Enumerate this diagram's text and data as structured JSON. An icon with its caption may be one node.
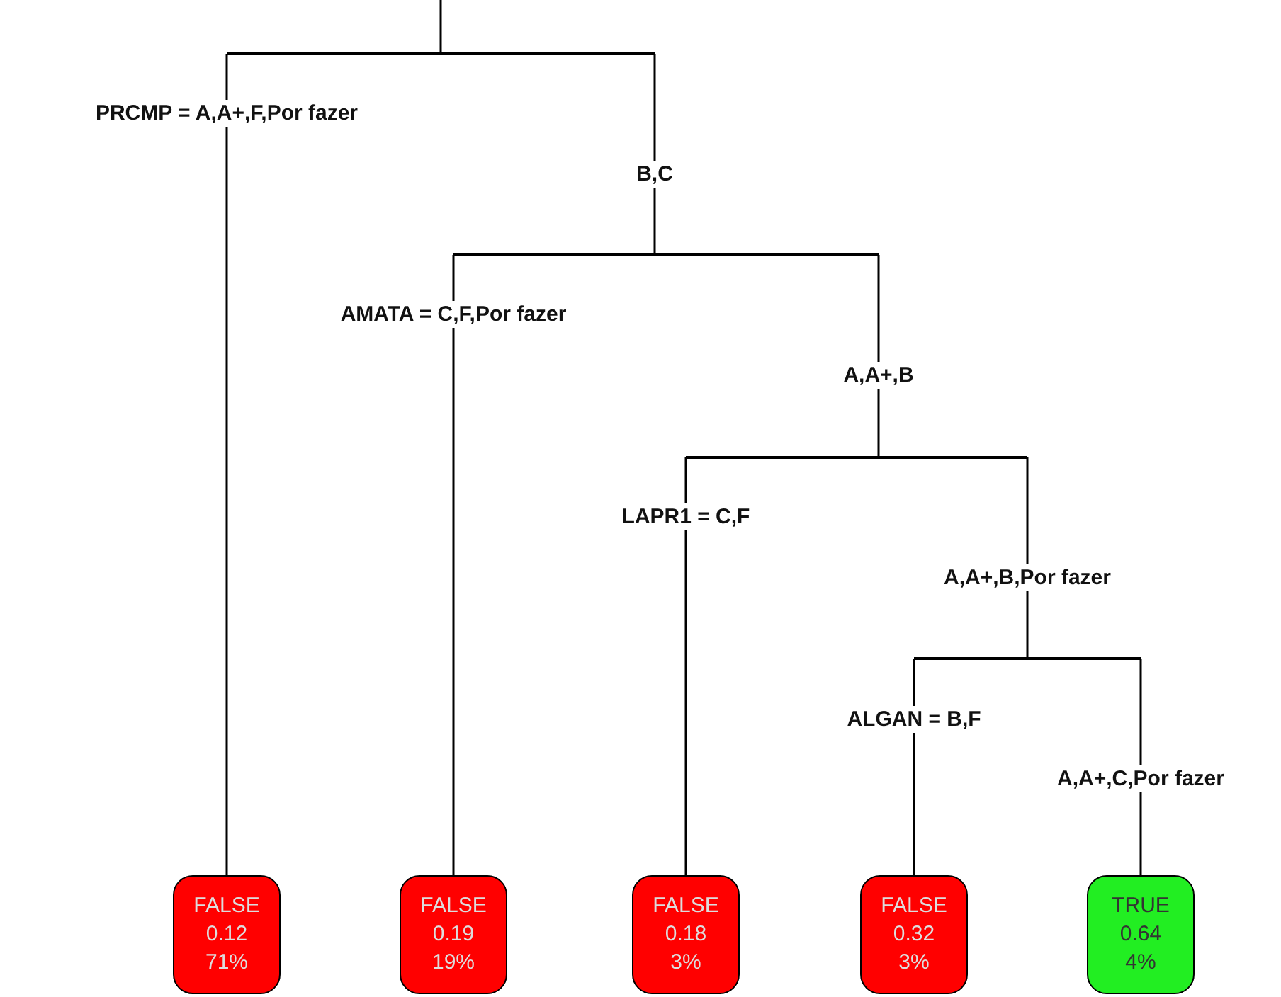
{
  "diagram": {
    "nodes": [
      {
        "text": [],
        "shape": "bar"
      },
      {
        "text": [],
        "shape": "bar"
      },
      {
        "text": [],
        "shape": "bar"
      },
      {
        "text": [],
        "shape": "bar"
      },
      {
        "text": [
          "FALSE",
          "0.12",
          "71%"
        ]
      },
      {
        "text": [
          "FALSE",
          "0.19",
          "19%"
        ]
      },
      {
        "text": [
          "FALSE",
          "0.18",
          "3%"
        ]
      },
      {
        "text": [
          "FALSE",
          "0.32",
          "3%"
        ]
      },
      {
        "text": [
          "TRUE",
          "0.64",
          "4%"
        ]
      }
    ],
    "edges": [
      {
        "from": null,
        "to": 0,
        "arrow": "none"
      },
      {
        "from": 0,
        "to": 4,
        "arrow": "none",
        "label": "PRCMP = A,A+,F,Por fazer"
      },
      {
        "from": 0,
        "to": 1,
        "arrow": "none",
        "label": "B,C"
      },
      {
        "from": 1,
        "to": 5,
        "arrow": "none",
        "label": "AMATA = C,F,Por fazer"
      },
      {
        "from": 1,
        "to": 2,
        "arrow": "none",
        "label": "A,A+,B"
      },
      {
        "from": 2,
        "to": 6,
        "arrow": "none",
        "label": "LAPR1 = C,F"
      },
      {
        "from": 2,
        "to": 3,
        "arrow": "none",
        "label": "A,A+,B,Por fazer"
      },
      {
        "from": 3,
        "to": 7,
        "arrow": "none",
        "label": "ALGAN = B,F"
      },
      {
        "from": 3,
        "to": 8,
        "arrow": "none",
        "label": "A,A+,C,Por fazer"
      }
    ]
  }
}
